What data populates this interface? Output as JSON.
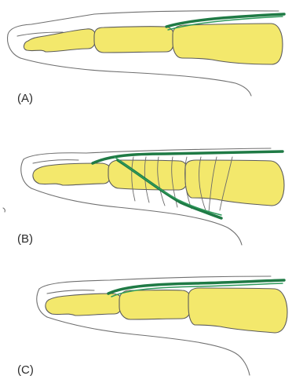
{
  "panels": [
    {
      "id": "A",
      "label": "(A)"
    },
    {
      "id": "B",
      "label": "(B)"
    },
    {
      "id": "C",
      "label": "(C)"
    }
  ],
  "colors": {
    "bone": "#f3e86c",
    "tendon": "#1f7a45",
    "outline": "#6f6f6f"
  }
}
